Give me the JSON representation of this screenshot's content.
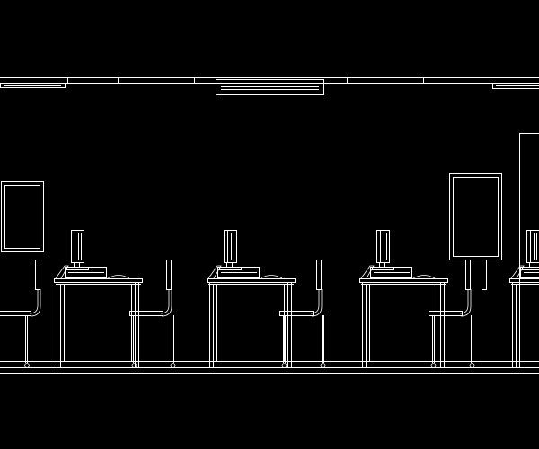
{
  "drawing": {
    "background_color": "#000000",
    "line_color": "#ffffff",
    "style": "CAD elevation line drawing (white on black)",
    "description_visible_text": ""
  },
  "scene": {
    "workstation_count": 4,
    "chair_count": 5,
    "wall_frame_count": 2,
    "ceiling_light_count": 3,
    "icons": [
      "monitor-icon",
      "keyboard-icon",
      "mouse-icon",
      "chair-icon",
      "desk-icon",
      "picture-frame-icon",
      "ceiling-light-icon"
    ]
  }
}
